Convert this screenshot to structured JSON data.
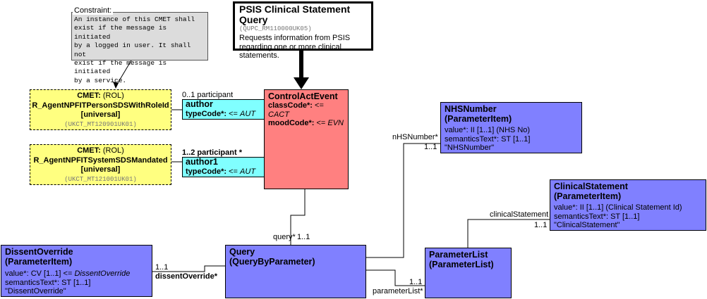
{
  "constraint": {
    "label": "Constraint:",
    "lines": [
      "An instance of this CMET shall",
      "exist if the message is initiated",
      "by a logged in user. It shall not",
      "exist if the message is initiated",
      "by a service."
    ]
  },
  "entry": {
    "title": "PSIS Clinical Statement Query",
    "code": "(QUPC_RM110000UK05)",
    "description": "Requests information from PSIS regarding one or more clinical statements."
  },
  "cmets": [
    {
      "prefix": "CMET:",
      "type": "(ROL)",
      "name": "R_AgentNPFITPersonSDSWithRoleId",
      "flavor": "[universal]",
      "code": "(UKCT_MT120901UK01)"
    },
    {
      "prefix": "CMET:",
      "type": "(ROL)",
      "name": "R_AgentNPFITSystemSDSMandated",
      "flavor": "[universal]",
      "code": "(UKCT_MT121001UK01)"
    }
  ],
  "participations": [
    {
      "mult": "0..1 participant",
      "name": "author",
      "attr_name": "typeCode*:",
      "attr_op": "<=",
      "attr_val": "AUT"
    },
    {
      "mult": "1..2 participant  *",
      "name": "author1",
      "attr_name": "typeCode*:",
      "attr_op": "<=",
      "attr_val": "AUT"
    }
  ],
  "control_act": {
    "name": "ControlActEvent",
    "attr1_name": "classCode*:",
    "attr1_op": "<=",
    "attr1_val": "CACT",
    "attr2_name": "moodCode*:",
    "attr2_op": "<=",
    "attr2_val": "EVN"
  },
  "query": {
    "name": "Query",
    "subname": "(QueryByParameter)"
  },
  "parameter_list": {
    "name": "ParameterList",
    "subname": "(ParameterList)"
  },
  "nhs_number": {
    "name": "NHSNumber",
    "subname": "(ParameterItem)",
    "attr1": "value*: II [1..1] (NHS No)",
    "attr2": "semanticsText*: ST [1..1] \"NHSNumber\""
  },
  "clinical_statement": {
    "name": "ClinicalStatement",
    "subname": "(ParameterItem)",
    "attr1": "value*: II [1..1] (Clinical Statement Id)",
    "attr2": "semanticsText*: ST [1..1] \"ClinicalStatement\""
  },
  "dissent_override": {
    "name": "DissentOverride",
    "subname": "(ParameterItem)",
    "attr1_prefix": "value*: CV [1..1] <=",
    "attr1_italic": "DissentOverride",
    "attr2": "semanticsText*: ST [1..1] \"DissentOverride\""
  },
  "labels": {
    "query_role": "query*",
    "query_mult": "1..1",
    "nhs_role": "nHSNumber*",
    "nhs_mult": "1..1",
    "cs_role": "clinicalStatement",
    "cs_mult": "1..1",
    "pl_role": "parameterList*",
    "pl_mult": "1..1",
    "do_role": "dissentOverride*",
    "do_mult": "1..1"
  }
}
